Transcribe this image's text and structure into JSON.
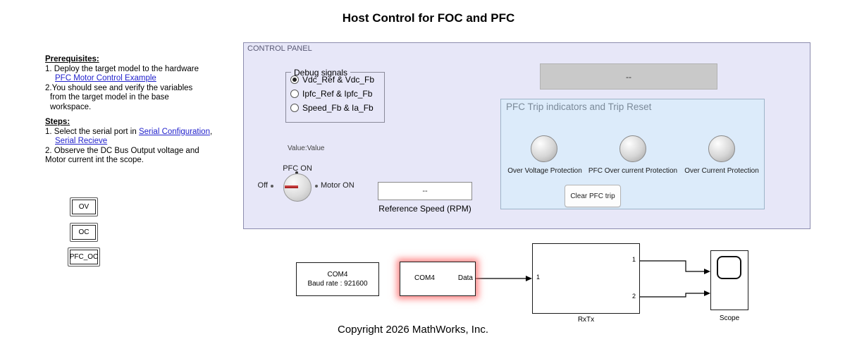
{
  "title": "Host Control for FOC and PFC",
  "copyright": "Copyright 2026 MathWorks, Inc.",
  "instructions": {
    "prerequisites_heading": "Prerequisites:",
    "prereq_line1": "1. Deploy the target model to the hardware",
    "prereq_link": "PFC Motor Control Example",
    "prereq_line2a": "2.You should see and verify the variables",
    "prereq_line2b": "from the target model in the base",
    "prereq_line2c": "workspace.",
    "steps_heading": "Steps:",
    "step1_text": "1. Select the serial port in ",
    "step1_link1": "Serial Configuration",
    "step1_comma": ",",
    "step1_link2": "Serial Recieve",
    "step2_line1": "2. Observe the DC Bus Output voltage and",
    "step2_line2": "Motor current int the scope."
  },
  "goto_blocks": [
    {
      "label": "OV"
    },
    {
      "label": "OC"
    },
    {
      "label": "PFC_OC"
    }
  ],
  "control_panel": {
    "label": "CONTROL PANEL",
    "debug_signals": {
      "title": "Debug signals",
      "options": [
        {
          "label": "Vdc_Ref & Vdc_Fb",
          "selected": true
        },
        {
          "label": "Ipfc_Ref & Ipfc_Fb",
          "selected": false
        },
        {
          "label": "Speed_Fb & Ia_Fb",
          "selected": false
        }
      ]
    },
    "value_text": "Value:Value",
    "knob": {
      "top_label": "PFC ON",
      "left_label": "Off",
      "right_label": "Motor ON"
    },
    "display_value": "--",
    "reference_speed": {
      "value": "--",
      "label": "Reference Speed (RPM)"
    },
    "trip_panel": {
      "title": "PFC Trip indicators and Trip Reset",
      "lamps": [
        {
          "label": "Over Voltage Protection"
        },
        {
          "label": "PFC Over current Protection"
        },
        {
          "label": "Over Current Protection"
        }
      ],
      "clear_button": "Clear PFC trip"
    }
  },
  "diagram": {
    "serial_config": {
      "line1": "COM4",
      "line2": "Baud rate : 921600"
    },
    "serial_receive": {
      "name": "COM4",
      "out_port": "Data"
    },
    "rxtx": {
      "label": "RxTx",
      "in_port": "1",
      "out_port_1": "1",
      "out_port_2": "2"
    },
    "scope": {
      "label": "Scope"
    }
  },
  "colors": {
    "panel_bg": "#e7e7f8",
    "trip_panel_bg": "#dcebfa",
    "link": "#2222cc",
    "highlight_glow": "#ff5f5f"
  }
}
